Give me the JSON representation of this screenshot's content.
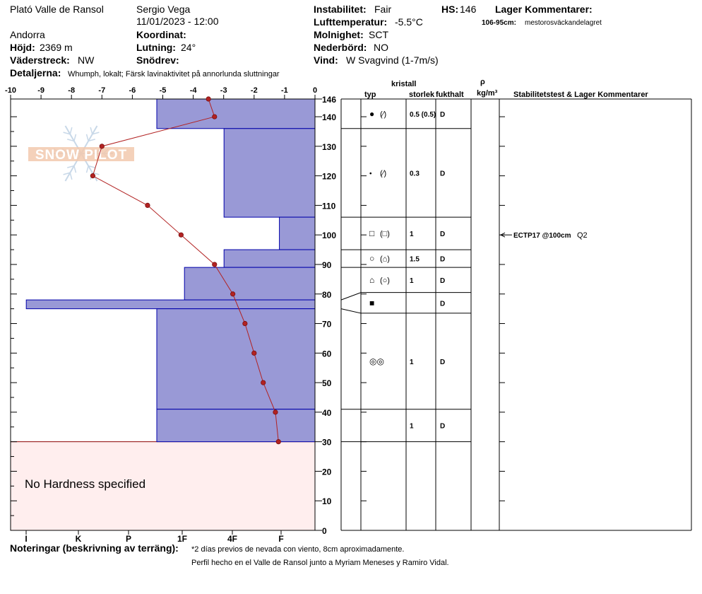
{
  "header": {
    "location": "Plató Valle de Ransol",
    "observer": "Sergio Vega",
    "datetime": "11/01/2023 - 12:00",
    "region": "Andorra",
    "elevation_label": "Höjd:",
    "elevation_value": "2369 m",
    "aspect_label": "Väderstreck:",
    "aspect_value": "NW",
    "details_label": "Detaljerna:",
    "details_value": "Whumph, lokalt;  Färsk lavinaktivitet på annorlunda sluttningar",
    "coord_label": "Koordinat:",
    "slope_label": "Lutning:",
    "slope_value": "24°",
    "drift_label": "Snödrev:",
    "stability_label": "Instabilitet:",
    "stability_value": "Fair",
    "airtemp_label": "Lufttemperatur:",
    "airtemp_value": "-5.5°C",
    "sky_label": "Molnighet:",
    "sky_value": "SCT",
    "precip_label": "Nederbörd:",
    "precip_value": "NO",
    "wind_label": "Vind:",
    "wind_value": "W Svagvind (1-7m/s)",
    "hs_label": "HS:",
    "hs_value": "146",
    "layer_comments_label": "Lager Kommentarer:",
    "layer_comment_range": "106-95cm:",
    "layer_comment_text": "mestorosväckandelagret"
  },
  "logo": {
    "text": "SNOW PILOT"
  },
  "table": {
    "crystal_label": "kristall",
    "type_label": "typ",
    "size_label": "storlek",
    "moisture_label": "fukthalt",
    "density_symbol": "ρ",
    "density_unit": "kg/m³",
    "stability_label": "Stabilitetstest & Lager Kommentarer"
  },
  "notes": {
    "label": "Noteringar (beskrivning av terräng):",
    "line1": "*2 días previos de nevada con viento, 8cm aproximadamente.",
    "line2": "Perfil hecho en el Valle de Ransol junto a Myriam Meneses y Ramiro Vidal."
  },
  "no_hardness_text": "No Hardness specified",
  "test": {
    "label": "ECTP17 @100cm",
    "quality": "Q2",
    "depth": 100
  },
  "layers": [
    {
      "top": 146,
      "bottom": 136,
      "hardness": 4,
      "type": "●",
      "type2": "(⁄)",
      "size": "0.5 (0.5)",
      "moisture": "D"
    },
    {
      "top": 136,
      "bottom": 106,
      "hardness": 2.3,
      "type": "•",
      "type2": "(⁄)",
      "size": "0.3",
      "moisture": "D"
    },
    {
      "top": 106,
      "bottom": 95,
      "hardness": 0.9,
      "type": "□",
      "type2": "(□)",
      "size": "1",
      "moisture": "D"
    },
    {
      "top": 95,
      "bottom": 89,
      "hardness": 2.3,
      "type": "○",
      "type2": "(⌂)",
      "size": "1.5",
      "moisture": "D"
    },
    {
      "top": 89,
      "bottom": 78,
      "hardness": 3.3,
      "type": "⌂",
      "type2": "(○)",
      "size": "1",
      "moisture": "D"
    },
    {
      "top": 78,
      "bottom": 75,
      "hardness": 7.3,
      "type": "■",
      "type2": "",
      "size": "",
      "moisture": "D"
    },
    {
      "top": 75,
      "bottom": 41,
      "hardness": 4,
      "type": "◎◎",
      "type2": "",
      "size": "1",
      "moisture": "D"
    },
    {
      "top": 41,
      "bottom": 30,
      "hardness": 4,
      "type": "",
      "type2": "",
      "size": "1",
      "moisture": "D"
    }
  ],
  "chart_data": {
    "type": "line",
    "title": "",
    "xlabel": "",
    "ylabel": "",
    "xlim": [
      -10,
      0
    ],
    "ylim": [
      0,
      146
    ],
    "temperature_ticks": [
      "-10",
      "-9",
      "-8",
      "-7",
      "-6",
      "-5",
      "-4",
      "-3",
      "-2",
      "-1",
      "0"
    ],
    "hardness_ticks": [
      "I",
      "K",
      "P",
      "1F",
      "4F",
      "F"
    ],
    "depth_ticks": [
      "146",
      "140",
      "130",
      "120",
      "110",
      "100",
      "90",
      "80",
      "70",
      "60",
      "50",
      "40",
      "30",
      "20",
      "10",
      "0"
    ],
    "series": [
      {
        "x": [
          -3.5,
          -3.3,
          -7.0,
          -7.3,
          -5.5,
          -4.4,
          -3.3,
          -2.7,
          -2.3,
          -2.0,
          -1.7,
          -1.3,
          -1.2
        ],
        "y": [
          146,
          140,
          130,
          120,
          110,
          100,
          90,
          80,
          70,
          60,
          50,
          40,
          30
        ]
      }
    ],
    "colors": {
      "profile": "#b22222",
      "hardness_fill": "#9999d6",
      "hardness_stroke": "#0000aa",
      "no_hardness_fill": "#ffeeee"
    }
  }
}
